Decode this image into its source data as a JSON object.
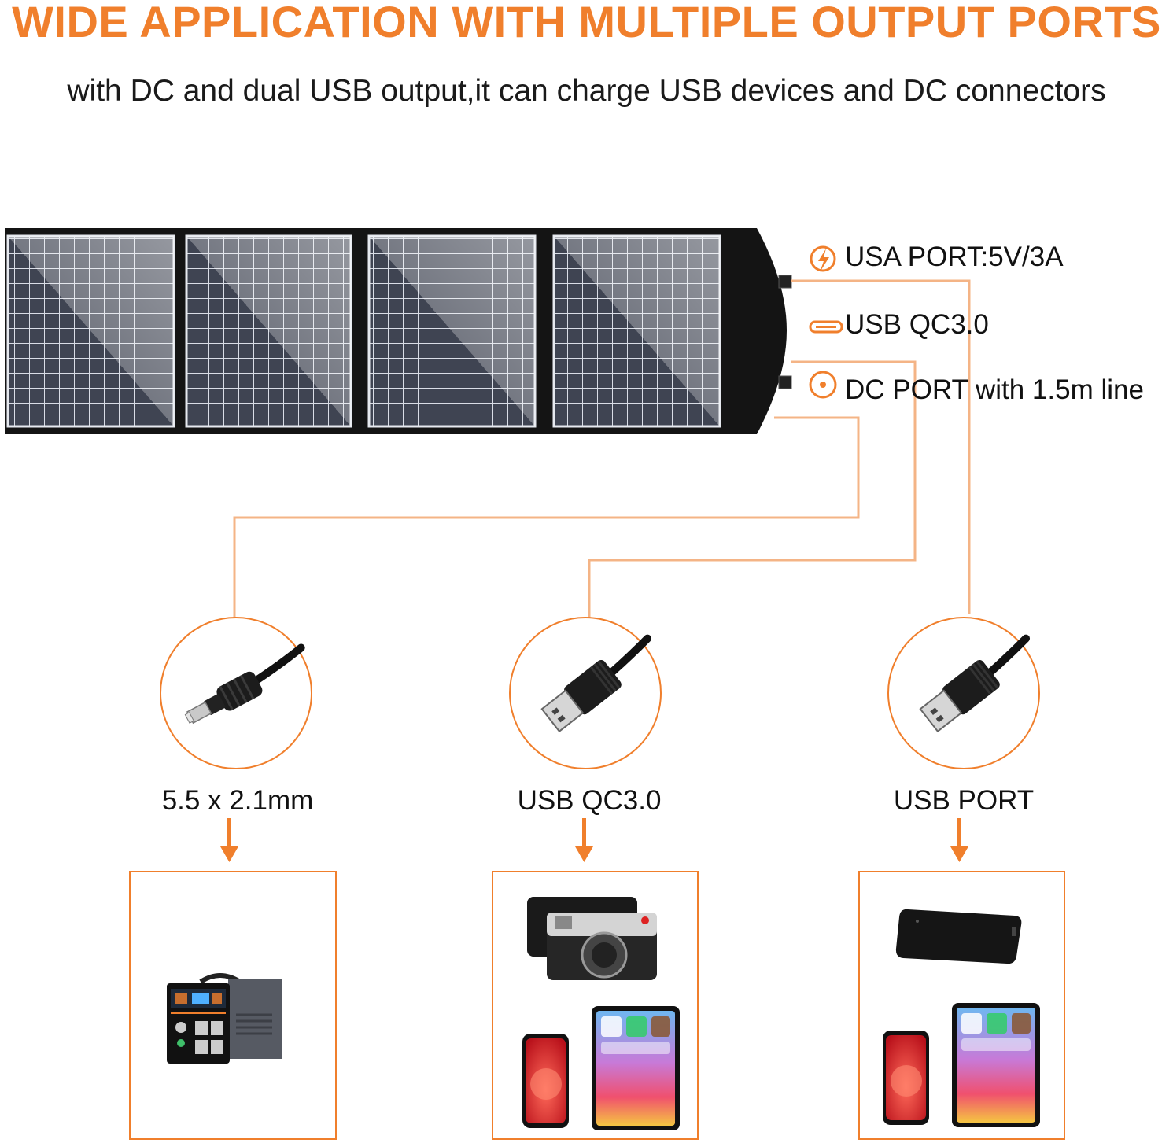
{
  "header": {
    "title": "WIDE APPLICATION WITH MULTIPLE OUTPUT PORTS",
    "subtitle": "with DC and dual USB output,it can charge USB devices and DC connectors"
  },
  "ports": [
    {
      "label": "USA PORT:5V/3A",
      "icon": "lightning-bolt-icon"
    },
    {
      "label": "USB QC3.0",
      "icon": "usb-slot-icon"
    },
    {
      "label": "DC PORT with 1.5m line",
      "icon": "dc-port-icon"
    }
  ],
  "cables": [
    {
      "label": "5.5 x 2.1mm",
      "connector": "dc-barrel-plug"
    },
    {
      "label": "USB QC3.0",
      "connector": "usb-a-plug"
    },
    {
      "label": "USB PORT",
      "connector": "usb-a-plug"
    }
  ],
  "devices": [
    {
      "items": [
        "portable-power-station"
      ]
    },
    {
      "items": [
        "camera",
        "phone",
        "tablet"
      ]
    },
    {
      "items": [
        "power-bank",
        "phone",
        "tablet"
      ]
    }
  ],
  "colors": {
    "accent": "#f07f2c",
    "line": "#f4b486",
    "panel": "#161616",
    "cell": "#3e4350"
  }
}
